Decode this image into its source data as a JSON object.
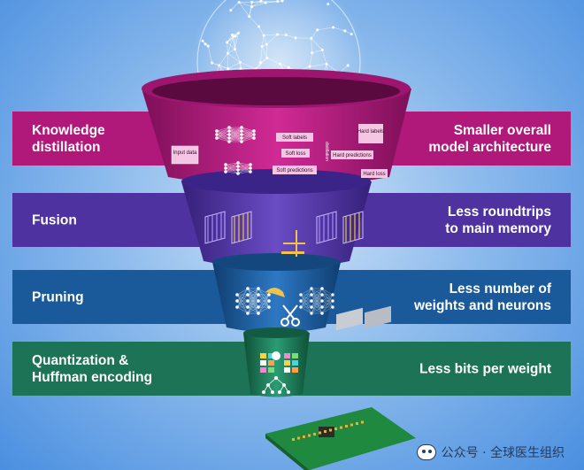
{
  "bands": [
    {
      "left": [
        "Knowledge",
        "distillation"
      ],
      "right": [
        "Smaller overall",
        "model architecture"
      ]
    },
    {
      "left": [
        "Fusion"
      ],
      "right": [
        "Less roundtrips",
        "to main memory"
      ]
    },
    {
      "left": [
        "Pruning"
      ],
      "right": [
        "Less number of",
        "weights and neurons"
      ]
    },
    {
      "left": [
        "Quantization &",
        "Huffman encoding"
      ],
      "right": [
        "Less bits per weight"
      ]
    }
  ],
  "kd_diagram": {
    "input": "Input data",
    "soft_labels": "Soft labels",
    "soft_loss": "Soft loss",
    "soft_predictions": "Soft predictions",
    "hard_labels": "Hard labels",
    "hard_predictions": "Hard predictions",
    "hard_loss": "Hard loss",
    "distillation": "distillation"
  },
  "watermark": "公众号 · 全球医生组织",
  "colors": {
    "kd": "#b0187a",
    "fusion": "#4e32a0",
    "pruning": "#1b5a9a",
    "quantization": "#1c7355"
  }
}
